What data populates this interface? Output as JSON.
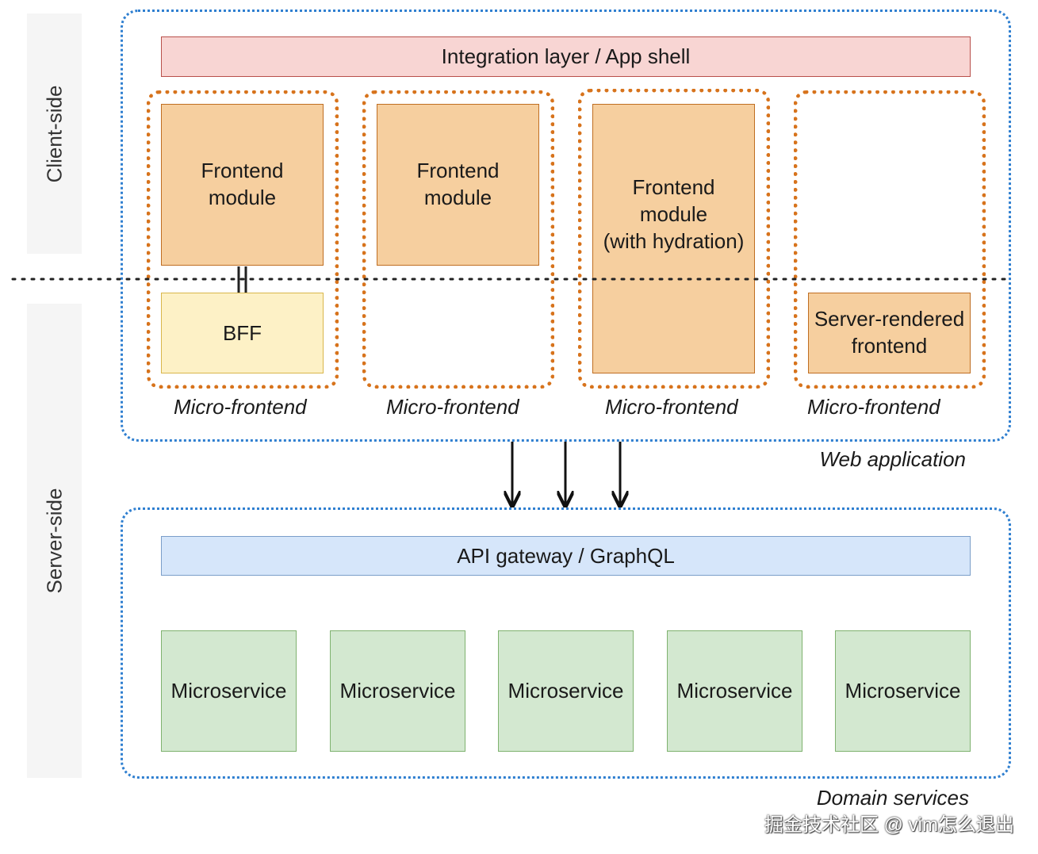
{
  "side_bands": {
    "client": "Client-side",
    "server": "Server-side"
  },
  "web_application": {
    "caption": "Web application",
    "integration_layer": "Integration layer / App shell",
    "micro_frontends": [
      {
        "caption": "Micro-frontend",
        "module": "Frontend\nmodule",
        "server_part": "BFF"
      },
      {
        "caption": "Micro-frontend",
        "module": "Frontend\nmodule"
      },
      {
        "caption": "Micro-frontend",
        "module": "Frontend\nmodule\n(with hydration)"
      },
      {
        "caption": "Micro-frontend",
        "server_part": "Server-rendered\nfrontend"
      }
    ]
  },
  "domain_services": {
    "caption": "Domain services",
    "gateway": "API gateway / GraphQL",
    "microservices": [
      "Microservice",
      "Microservice",
      "Microservice",
      "Microservice",
      "Microservice"
    ]
  },
  "watermark": "掘金技术社区 @ vim怎么退出",
  "colors": {
    "region_border": "#2f7fd0",
    "micro_frontend_border": "#d7731c",
    "integration_fill": "#f8d5d3",
    "module_fill": "#f6cf9f",
    "bff_fill": "#fdf1c6",
    "gateway_fill": "#d6e6fa",
    "microservice_fill": "#d3e8d0"
  }
}
